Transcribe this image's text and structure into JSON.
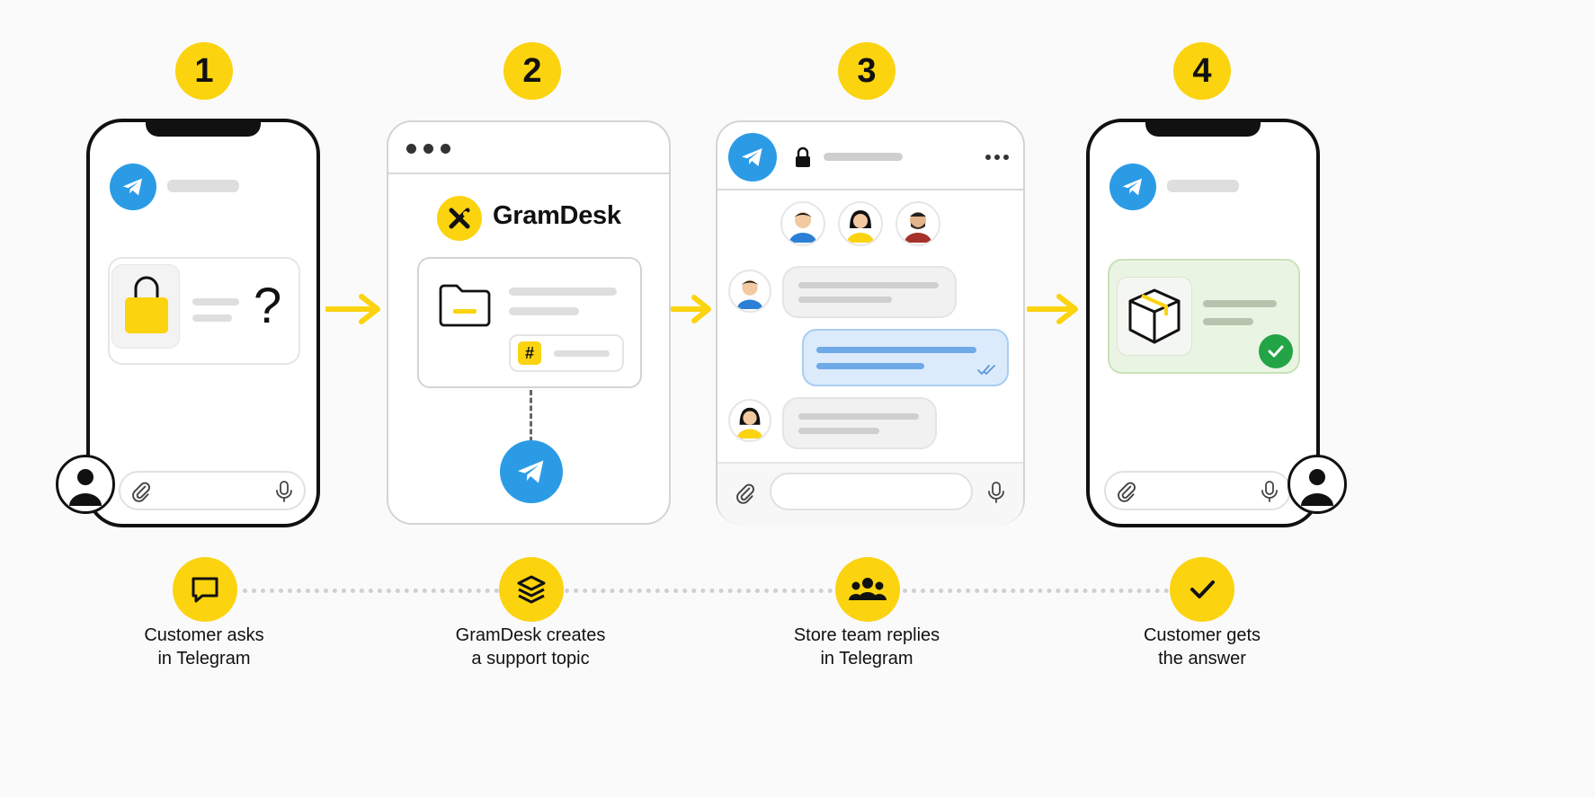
{
  "steps": [
    {
      "number": "1",
      "caption_line1": "Customer asks",
      "caption_line2": "in Telegram",
      "icon": "chat-bubble-icon"
    },
    {
      "number": "2",
      "caption_line1": "GramDesk creates",
      "caption_line2": "a support topic",
      "icon": "layers-icon"
    },
    {
      "number": "3",
      "caption_line1": "Store team replies",
      "caption_line2": "in Telegram",
      "icon": "team-icon"
    },
    {
      "number": "4",
      "caption_line1": "Customer gets",
      "caption_line2": "the answer",
      "icon": "checkmark-icon"
    }
  ],
  "panel1": {
    "question_mark": "?"
  },
  "panel2": {
    "brand_name": "GramDesk",
    "topic_symbol": "#"
  },
  "colors": {
    "accent": "#fbd30f",
    "telegram_blue": "#2c9be6",
    "success_green": "#22a447",
    "reply_blue": "#dcebfb",
    "answer_green": "#eaf4e3"
  }
}
